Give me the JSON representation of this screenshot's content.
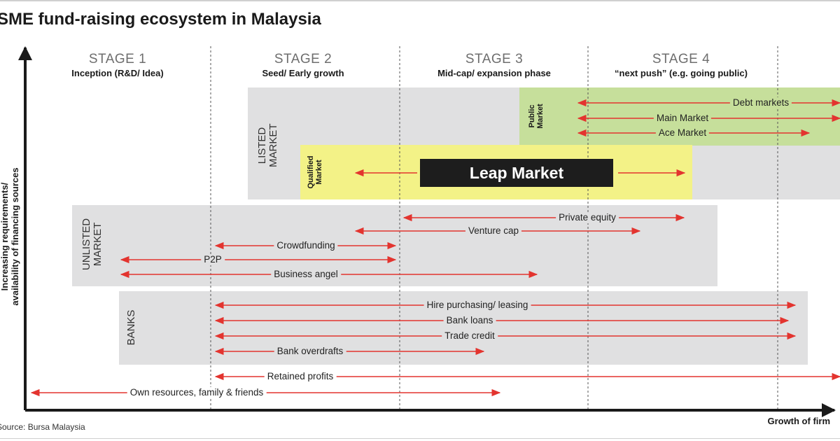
{
  "title": "SME fund-raising ecosystem in Malaysia",
  "source": "Source: Bursa Malaysia",
  "axes": {
    "x_label": "Growth of firm",
    "y_label_line1": "Increasing requirements/",
    "y_label_line2": "availability of financing sources"
  },
  "stages": [
    {
      "name": "STAGE 1",
      "desc": "Inception (R&D/ Idea)"
    },
    {
      "name": "STAGE 2",
      "desc": "Seed/ Early growth"
    },
    {
      "name": "STAGE 3",
      "desc": "Mid-cap/ expansion phase"
    },
    {
      "name": "STAGE 4",
      "desc": "“next push” (e.g. going public)"
    }
  ],
  "segments": {
    "listed": "LISTED MARKET",
    "public": "Public Market",
    "qualified": "Qualified Market",
    "leap": "Leap Market",
    "unlisted": "UNLISTED MARKET",
    "banks": "BANKS"
  },
  "sources": {
    "debt_markets": "Debt markets",
    "main_market": "Main Market",
    "ace_market": "Ace Market",
    "private_equity": "Private equity",
    "venture_cap": "Venture cap",
    "crowdfunding": "Crowdfunding",
    "p2p": "P2P",
    "business_angel": "Business angel",
    "hire_purchasing": "Hire purchasing/ leasing",
    "bank_loans": "Bank loans",
    "trade_credit": "Trade credit",
    "bank_overdrafts": "Bank overdrafts",
    "retained_profits": "Retained profits",
    "own_resources": "Own resources, family & friends"
  },
  "colors": {
    "arrow": "#e3342f",
    "grey_box": "#e0e0e1",
    "green_box": "#c6df9b",
    "yellow_box": "#f3f287",
    "leap_box": "#1d1d1d"
  }
}
